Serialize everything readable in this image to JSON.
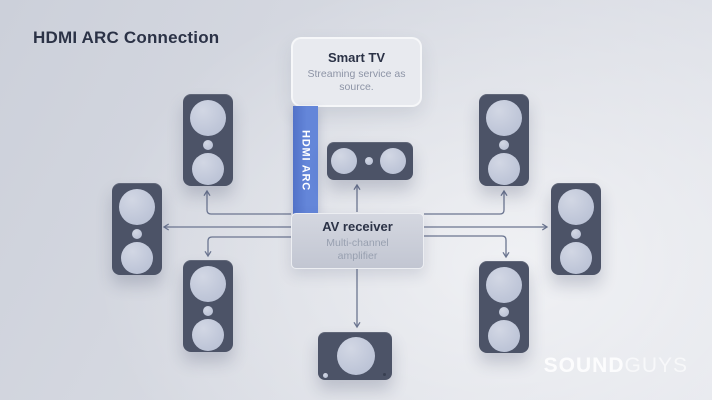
{
  "header": {
    "title": "HDMI ARC Connection"
  },
  "diagram": {
    "smart_tv": {
      "title": "Smart TV",
      "subtitle": "Streaming service as source."
    },
    "hdmi_arc_label": "HDMI ARC",
    "av_receiver": {
      "title": "AV receiver",
      "subtitle": "Multi-channel amplifier"
    },
    "speakers": [
      {
        "name": "tower-speaker",
        "position": "top-left"
      },
      {
        "name": "tower-speaker",
        "position": "left"
      },
      {
        "name": "tower-speaker",
        "position": "bottom-left"
      },
      {
        "name": "center-channel-speaker",
        "position": "top-center"
      },
      {
        "name": "subwoofer",
        "position": "bottom-center"
      },
      {
        "name": "tower-speaker",
        "position": "top-right"
      },
      {
        "name": "tower-speaker",
        "position": "right"
      },
      {
        "name": "tower-speaker",
        "position": "bottom-right"
      }
    ],
    "connections": [
      "smart-tv -> av-receiver via HDMI ARC",
      "av-receiver -> top-left speaker",
      "av-receiver -> left speaker",
      "av-receiver -> bottom-left speaker",
      "av-receiver -> center-channel speaker",
      "av-receiver -> subwoofer",
      "av-receiver -> top-right speaker",
      "av-receiver -> right speaker",
      "av-receiver -> bottom-right speaker"
    ]
  },
  "brand": {
    "part_bold": "SOUND",
    "part_light": "GUYS"
  },
  "colors": {
    "accent_blue": "#5f81d4",
    "speaker_body": "#4c5367",
    "speaker_cone": "#c4cadb",
    "arrow": "#6b7590",
    "title_text": "#2b3246",
    "muted_text": "#8d94a6"
  }
}
